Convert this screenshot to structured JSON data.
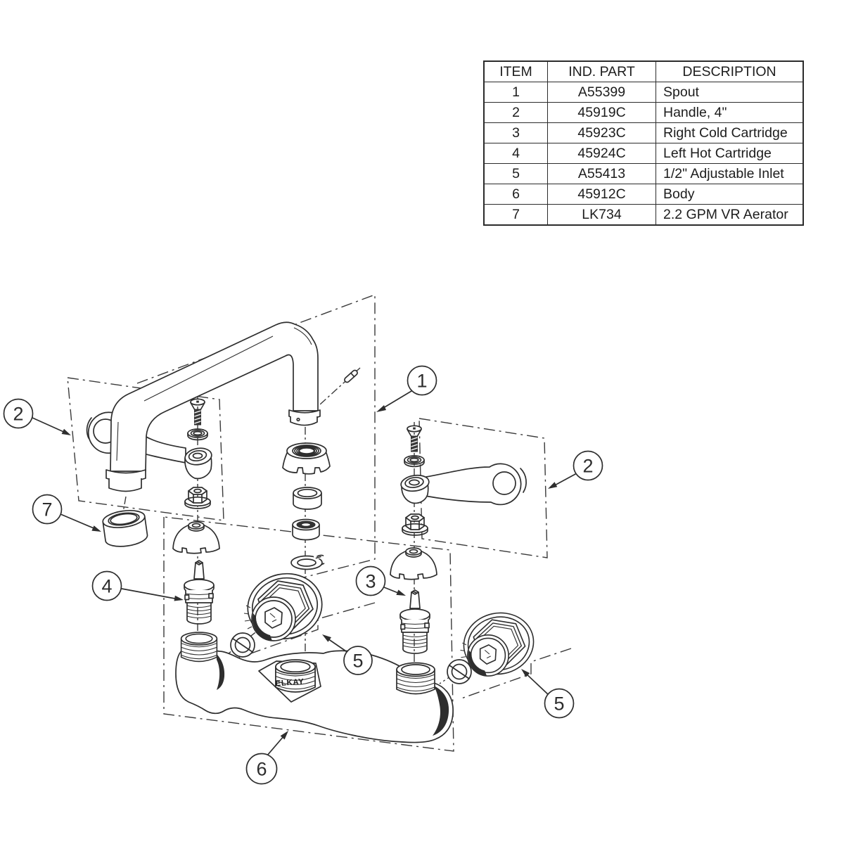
{
  "parts_table": {
    "headers": {
      "item": "ITEM",
      "part": "IND. PART",
      "description": "DESCRIPTION"
    },
    "rows": [
      {
        "item": "1",
        "part": "A55399",
        "description": "Spout"
      },
      {
        "item": "2",
        "part": "45919C",
        "description": "Handle, 4\""
      },
      {
        "item": "3",
        "part": "45923C",
        "description": "Right Cold Cartridge"
      },
      {
        "item": "4",
        "part": "45924C",
        "description": "Left Hot Cartridge"
      },
      {
        "item": "5",
        "part": "A55413",
        "description": "1/2\" Adjustable Inlet"
      },
      {
        "item": "6",
        "part": "45912C",
        "description": "Body"
      },
      {
        "item": "7",
        "part": "LK734",
        "description": "2.2 GPM VR Aerator"
      }
    ]
  },
  "callouts": {
    "spout": "1",
    "handle_left": "2",
    "handle_right": "2",
    "right_cold_cartridge": "3",
    "left_hot_cartridge": "4",
    "inlet_left": "5",
    "inlet_right": "5",
    "body": "6",
    "aerator": "7"
  },
  "body_logo": "ELKAY",
  "colors": {
    "line": "#2e2e2e",
    "background": "#ffffff"
  }
}
